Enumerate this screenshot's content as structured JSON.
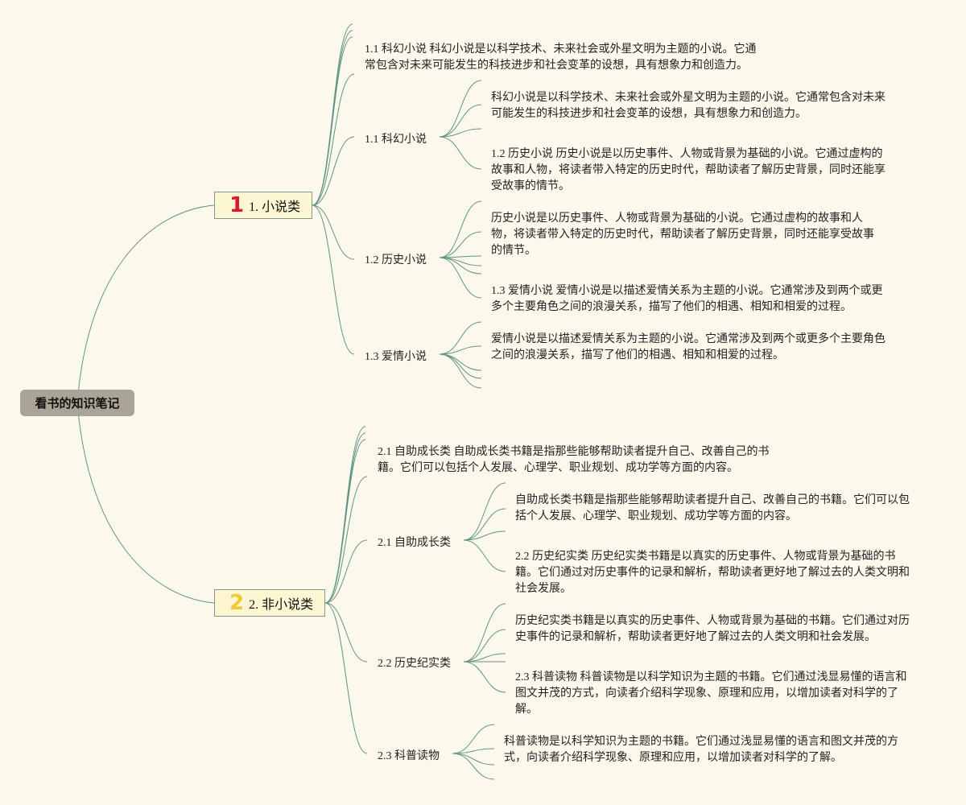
{
  "root": "看书的知识笔记",
  "categories": [
    {
      "number": "1",
      "label": "1. 小说类",
      "intro": "1.1 科幻小说 科幻小说是以科学技术、未来社会或外星文明为主题的小说。它通常包含对未来可能发生的科技进步和社会变革的设想，具有想象力和创造力。",
      "subs": [
        {
          "label": "1.1 科幻小说",
          "desc": "科幻小说是以科学技术、未来社会或外星文明为主题的小说。它通常包含对未来可能发生的科技进步和社会变革的设想，具有想象力和创造力。",
          "next": "1.2 历史小说 历史小说是以历史事件、人物或背景为基础的小说。它通过虚构的故事和人物，将读者带入特定的历史时代，帮助读者了解历史背景，同时还能享受故事的情节。"
        },
        {
          "label": "1.2 历史小说",
          "desc": "历史小说是以历史事件、人物或背景为基础的小说。它通过虚构的故事和人物，将读者带入特定的历史时代，帮助读者了解历史背景，同时还能享受故事的情节。",
          "next": "1.3 爱情小说 爱情小说是以描述爱情关系为主题的小说。它通常涉及到两个或更多个主要角色之间的浪漫关系，描写了他们的相遇、相知和相爱的过程。"
        },
        {
          "label": "1.3 爱情小说",
          "desc": "爱情小说是以描述爱情关系为主题的小说。它通常涉及到两个或更多个主要角色之间的浪漫关系，描写了他们的相遇、相知和相爱的过程。"
        }
      ]
    },
    {
      "number": "2",
      "label": "2. 非小说类",
      "intro": "2.1 自助成长类 自助成长类书籍是指那些能够帮助读者提升自己、改善自己的书籍。它们可以包括个人发展、心理学、职业规划、成功学等方面的内容。",
      "subs": [
        {
          "label": "2.1 自助成长类",
          "desc": "自助成长类书籍是指那些能够帮助读者提升自己、改善自己的书籍。它们可以包括个人发展、心理学、职业规划、成功学等方面的内容。",
          "next": "2.2 历史纪实类 历史纪实类书籍是以真实的历史事件、人物或背景为基础的书籍。它们通过对历史事件的记录和解析，帮助读者更好地了解过去的人类文明和社会发展。"
        },
        {
          "label": "2.2 历史纪实类",
          "desc": "历史纪实类书籍是以真实的历史事件、人物或背景为基础的书籍。它们通过对历史事件的记录和解析，帮助读者更好地了解过去的人类文明和社会发展。",
          "next": "2.3 科普读物 科普读物是以科学知识为主题的书籍。它们通过浅显易懂的语言和图文并茂的方式，向读者介绍科学现象、原理和应用，以增加读者对科学的了解。"
        },
        {
          "label": "2.3 科普读物",
          "desc": "科普读物是以科学知识为主题的书籍。它们通过浅显易懂的语言和图文并茂的方式，向读者介绍科学现象、原理和应用，以增加读者对科学的了解。"
        }
      ]
    }
  ],
  "colors": {
    "link": "#5e9585",
    "background": "#fdf8ec",
    "root": "#a9a497",
    "category_fill": "#fcf6d2",
    "number1": "#d61a2f",
    "number2": "#f2c730"
  }
}
